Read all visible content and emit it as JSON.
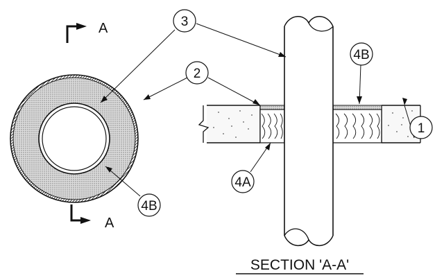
{
  "colors": {
    "line": "#111111",
    "insulation_fill": "#d9d9d9",
    "concrete_fill": "#f8f8f8",
    "background": "#ffffff"
  },
  "callouts": {
    "c1": "1",
    "c2": "2",
    "c3": "3",
    "c4a": "4A",
    "c4b_plan": "4B",
    "c4b_section": "4B"
  },
  "section_marks": {
    "top": "A",
    "bottom": "A"
  },
  "title": "SECTION 'A-A'"
}
